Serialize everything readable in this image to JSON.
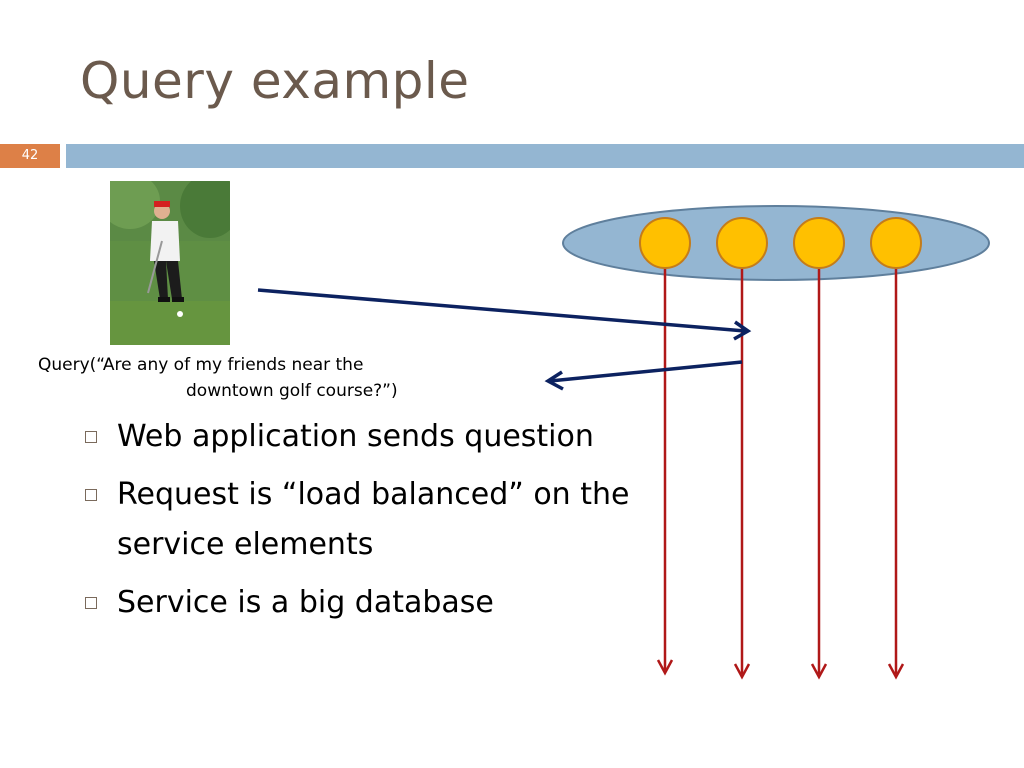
{
  "slide": {
    "title": "Query example",
    "slide_number": "42",
    "query_line1": "Query(“Are any of my friends near the",
    "query_line2": "downtown golf course?”)",
    "bullets": [
      "Web application sends question",
      "Request is “load balanced” on the service elements",
      "Service is a big database"
    ]
  },
  "colors": {
    "title": "#6b5a4d",
    "accent_orange": "#dd8047",
    "header_bar": "#94b6d2",
    "ellipse_fill": "#94b6d2",
    "node_fill": "#ffc000",
    "red_arrows": "#b01818",
    "blue_arrows": "#0c2260"
  },
  "diagram": {
    "service_nodes": 4
  }
}
